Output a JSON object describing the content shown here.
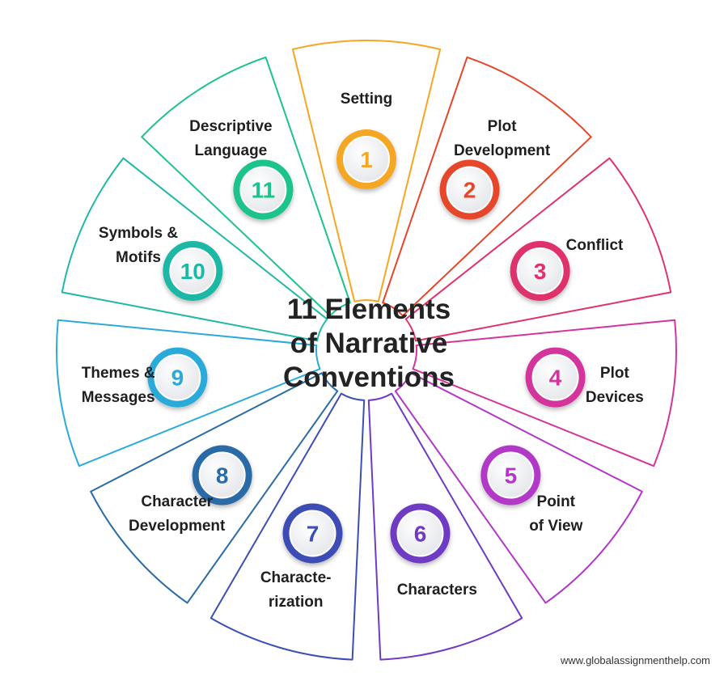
{
  "title": {
    "line1": "11 Elements",
    "line2": "of Narrative",
    "line3": "Conventions"
  },
  "elements": [
    {
      "number": "1",
      "lines": [
        "Setting"
      ],
      "color": "#F5A623"
    },
    {
      "number": "2",
      "lines": [
        "Plot",
        "Development"
      ],
      "color": "#E6462B"
    },
    {
      "number": "3",
      "lines": [
        "Conflict"
      ],
      "color": "#E0336A"
    },
    {
      "number": "4",
      "lines": [
        "Plot",
        "Devices"
      ],
      "color": "#D3359D"
    },
    {
      "number": "5",
      "lines": [
        "Point",
        "of View"
      ],
      "color": "#B237C7"
    },
    {
      "number": "6",
      "lines": [
        "Characters"
      ],
      "color": "#6F3AC4"
    },
    {
      "number": "7",
      "lines": [
        "Characte-",
        "rization"
      ],
      "color": "#3D4EB5"
    },
    {
      "number": "8",
      "lines": [
        "Character",
        "Development"
      ],
      "color": "#2B6BA6"
    },
    {
      "number": "9",
      "lines": [
        "Themes &",
        "Messages"
      ],
      "color": "#2BAAD9"
    },
    {
      "number": "10",
      "lines": [
        "Symbols &",
        "Motifs"
      ],
      "color": "#1FB8A5"
    },
    {
      "number": "11",
      "lines": [
        "Descriptive",
        "Language"
      ],
      "color": "#1CC38A"
    }
  ],
  "footer": "www.globalassignmenthelp.com"
}
